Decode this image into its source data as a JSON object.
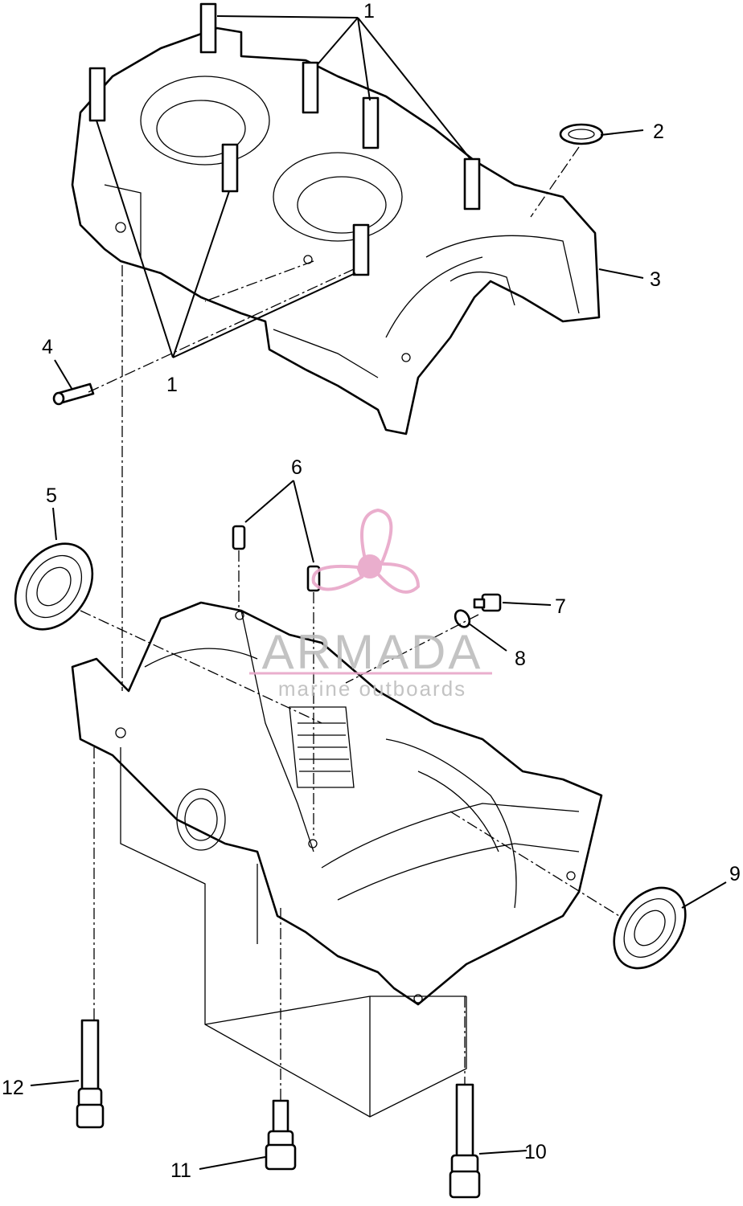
{
  "callouts": {
    "c1a": "1",
    "c1b": "1",
    "c2": "2",
    "c3": "3",
    "c4": "4",
    "c5": "5",
    "c6": "6",
    "c7": "7",
    "c8": "8",
    "c9": "9",
    "c10": "10",
    "c11": "11",
    "c12": "12"
  },
  "watermark": {
    "brand": "ARMADA",
    "tagline": "marine outboards",
    "logo_color": "#e8a6c8",
    "text_color": "#bdbdbd"
  }
}
